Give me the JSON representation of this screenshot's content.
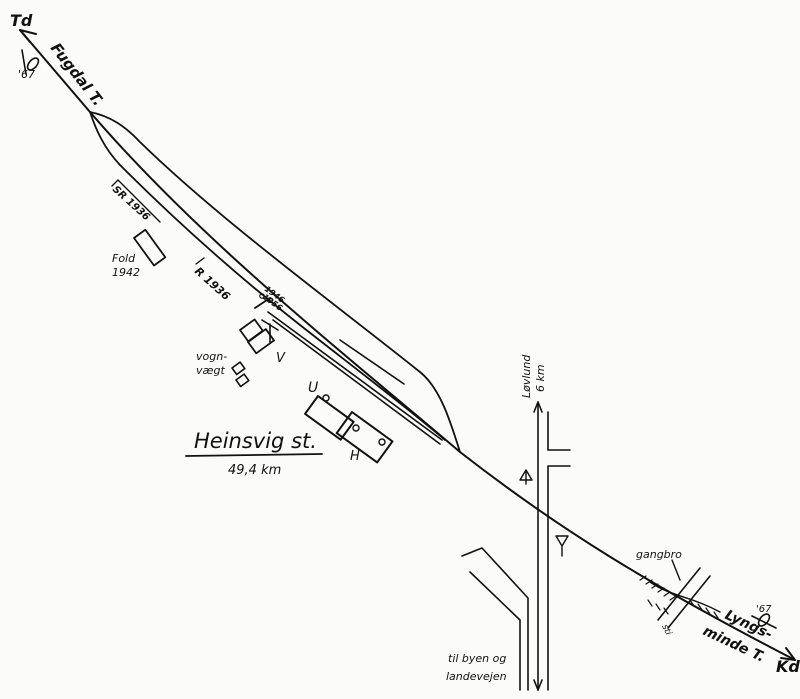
{
  "station": {
    "name": "Heinsvig st.",
    "distance": "49,4 km"
  },
  "directions": {
    "northwest_code": "Td",
    "northwest_next": "Fugdal T.",
    "southeast_code": "Kd",
    "southeast_next_line1": "Lyngs-",
    "southeast_next_line2": "minde T."
  },
  "roads": {
    "north_line1": "Løvlund",
    "north_line2": "6 km",
    "south_line1": "til byen og",
    "south_line2": "landevejen"
  },
  "labels": {
    "signal_year_left": "'67",
    "signal_year_right": "'67",
    "track_sr": "SR 1936",
    "track_r": "R 1936",
    "fold_line1": "Fold",
    "fold_line2": "1942",
    "short_track_year_a": "1946",
    "short_track_year_b": "1956",
    "vognvaegt_line1": "vogn-",
    "vognvaegt_line2": "vægt",
    "building_v": "V",
    "building_u": "U",
    "building_h": "H",
    "footbridge": "gangbro",
    "path": "sti"
  }
}
